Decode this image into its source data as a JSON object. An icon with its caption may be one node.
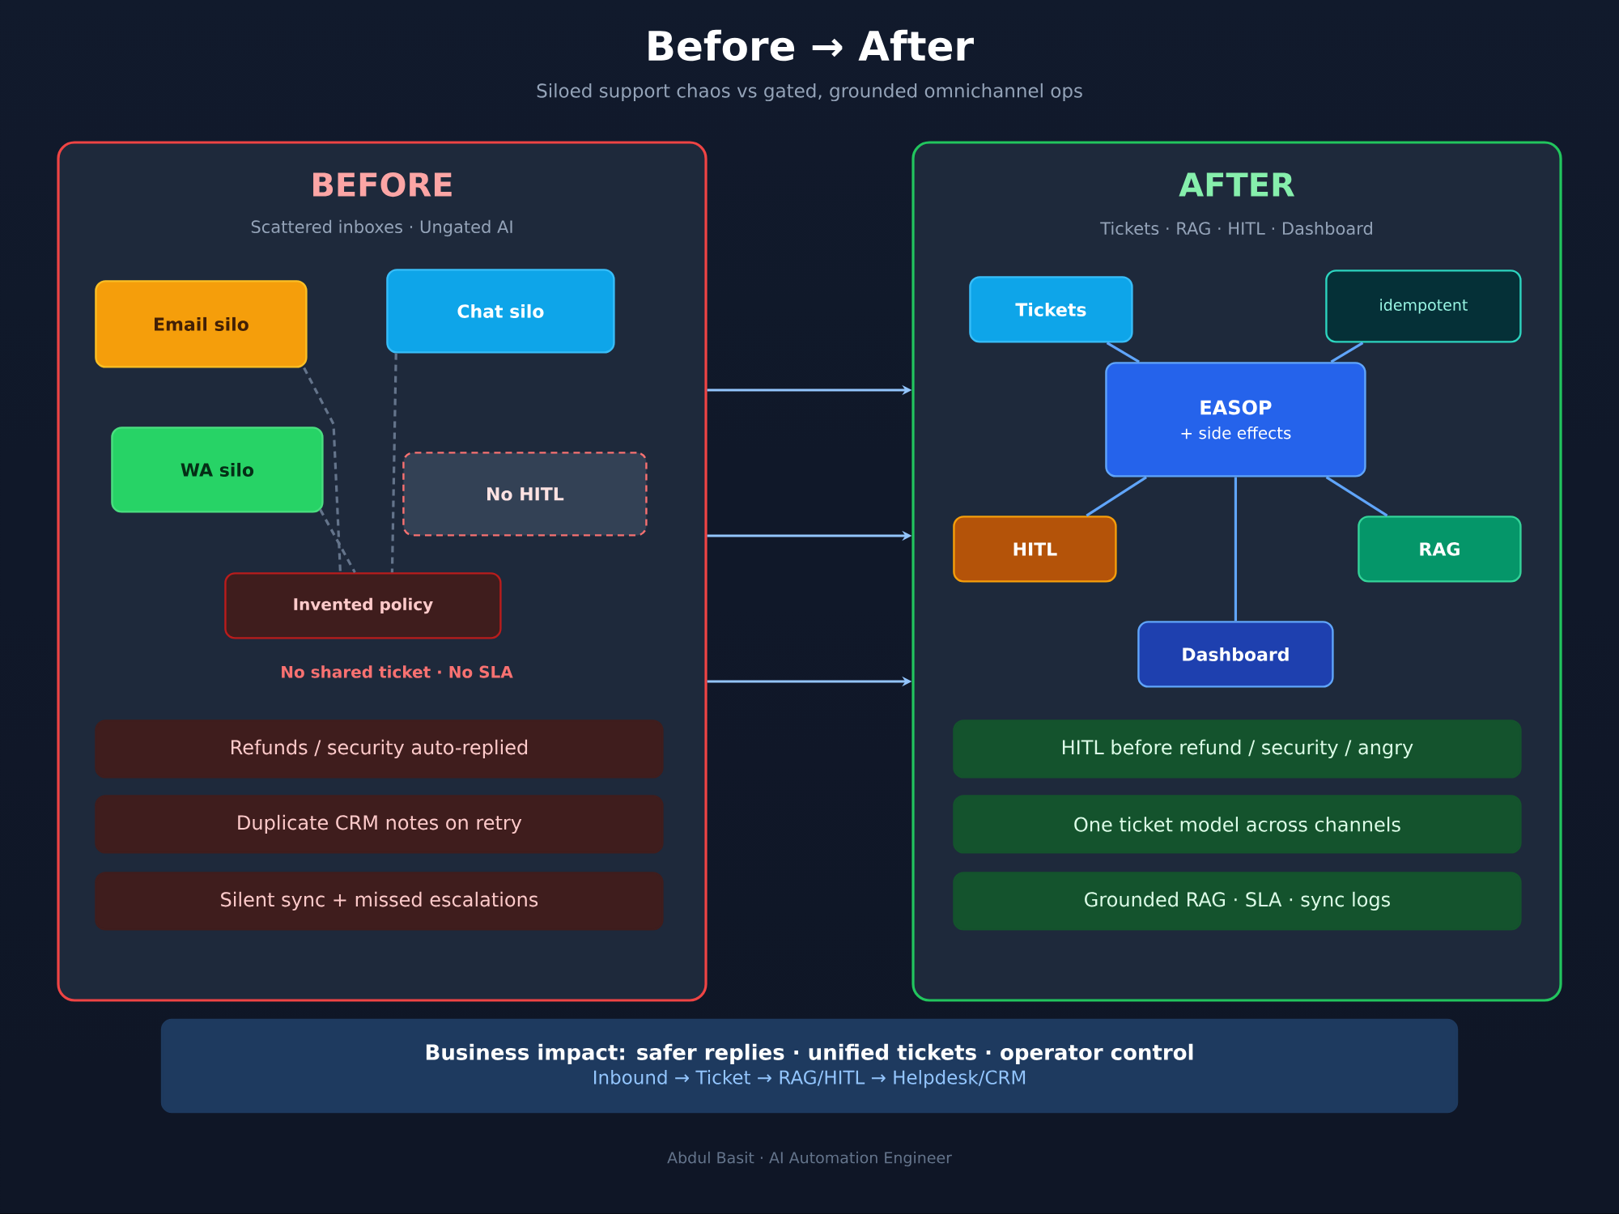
{
  "diagram": {
    "title": "Before → After",
    "caption": "Siloed support chaos vs gated, grounded omnichannel ops",
    "nodes": [
      {
        "text": [
          "BEFORE",
          "Scattered inboxes · Ungated AI"
        ]
      },
      {
        "text": [
          "Email silo"
        ],
        "in": 0
      },
      {
        "text": [
          "Chat silo"
        ],
        "in": 0
      },
      {
        "text": [
          "WA silo"
        ],
        "in": 0
      },
      {
        "text": [
          "No HITL"
        ],
        "in": 0
      },
      {
        "text": [
          "Invented policy"
        ],
        "in": 0
      },
      {
        "text": [
          "Refunds / security auto-replied"
        ],
        "in": 0
      },
      {
        "text": [
          "Duplicate CRM notes on retry"
        ],
        "in": 0
      },
      {
        "text": [
          "Silent sync + missed escalations"
        ],
        "in": 0
      },
      {
        "text": [
          "AFTER",
          "Tickets · RAG · HITL · Dashboard"
        ]
      },
      {
        "text": [
          "Tickets"
        ],
        "in": 9
      },
      {
        "text": [
          "idempotent"
        ],
        "in": 9
      },
      {
        "text": [
          "EASOP",
          "+ side effects"
        ],
        "in": 9
      },
      {
        "text": [
          "HITL"
        ],
        "in": 9
      },
      {
        "text": [
          "RAG"
        ],
        "in": 9
      },
      {
        "text": [
          "Dashboard"
        ],
        "in": 9
      },
      {
        "text": [
          "HITL before refund / security / angry"
        ],
        "in": 9
      },
      {
        "text": [
          "One ticket model across channels"
        ],
        "in": 9
      },
      {
        "text": [
          "Grounded RAG · SLA · sync logs"
        ],
        "in": 9
      },
      {
        "text": [
          "Business impact: safer replies · unified tickets · operator control",
          "Inbound → Ticket → RAG/HITL → Helpdesk/CRM"
        ]
      }
    ],
    "edges": [
      {
        "from": 1,
        "to": 5,
        "arrow": "none",
        "style": "dashed",
        "color": "#64748b"
      },
      {
        "from": 3,
        "to": 5,
        "arrow": "none",
        "style": "dashed",
        "color": "#64748b"
      },
      {
        "from": 2,
        "to": 5,
        "arrow": "none",
        "style": "dashed",
        "color": "#64748b"
      },
      {
        "from": 0,
        "to": 9,
        "arrow": "to"
      },
      {
        "from": 0,
        "to": 9,
        "arrow": "to"
      },
      {
        "from": 0,
        "to": 9,
        "arrow": "to"
      },
      {
        "from": 10,
        "to": 12,
        "arrow": "none"
      },
      {
        "from": 11,
        "to": 12,
        "arrow": "none"
      },
      {
        "from": 12,
        "to": 13,
        "arrow": "none"
      },
      {
        "from": 12,
        "to": 14,
        "arrow": "none"
      },
      {
        "from": 12,
        "to": 15,
        "arrow": "none"
      }
    ],
    "labels": [
      "No shared ticket · No SLA",
      "Abdul Basit · AI Automation Engineer"
    ]
  }
}
